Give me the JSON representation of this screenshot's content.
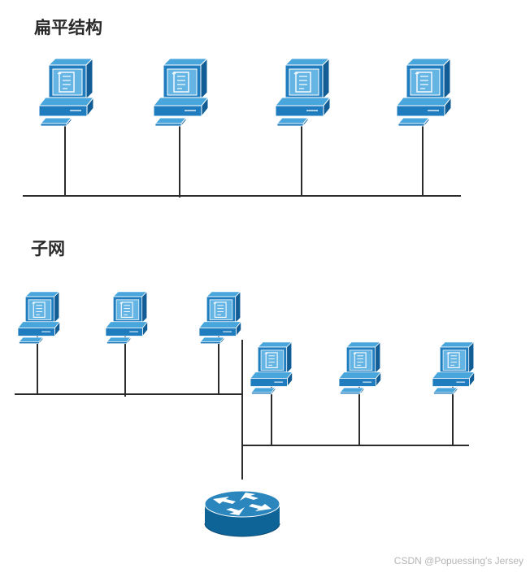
{
  "sections": {
    "flat": {
      "title": "扁平结构"
    },
    "subnet": {
      "title": "子网"
    }
  },
  "watermark": "CSDN @Popuessing's Jersey",
  "colors": {
    "device_front": "#1f7dbf",
    "device_top": "#49a6dc",
    "device_side": "#125d95",
    "device_screen": "#64b4e4",
    "cable": "#2b2b2b",
    "router_top": "#2b86bd",
    "router_body": "#0f6497",
    "router_arrow": "#ffffff"
  },
  "icons": {
    "workstation": "workstation-icon",
    "router": "router-icon"
  }
}
